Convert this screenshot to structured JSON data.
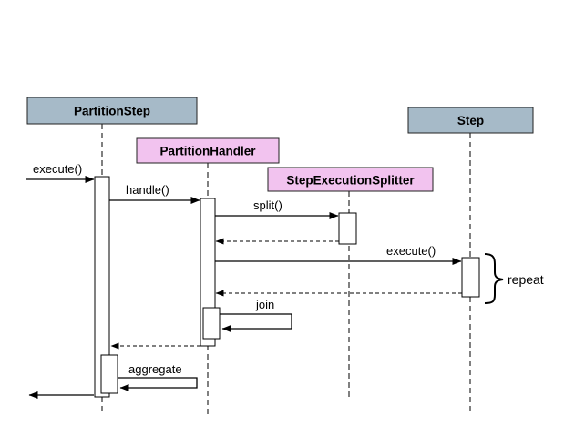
{
  "diagram": {
    "type": "uml-sequence",
    "participants": [
      {
        "name": "PartitionStep",
        "kind": "step"
      },
      {
        "name": "PartitionHandler",
        "kind": "handler"
      },
      {
        "name": "StepExecutionSplitter",
        "kind": "handler"
      },
      {
        "name": "Step",
        "kind": "step"
      }
    ],
    "messages": {
      "execute_in": "execute()",
      "handle": "handle()",
      "split": "split()",
      "execute_step": "execute()",
      "join": "join",
      "aggregate": "aggregate"
    },
    "annotations": {
      "repeat": "repeat"
    },
    "colors": {
      "step_box_fill": "#a6bac8",
      "handler_box_fill": "#f2c3ef",
      "line": "#000000",
      "background": "#ffffff"
    }
  }
}
